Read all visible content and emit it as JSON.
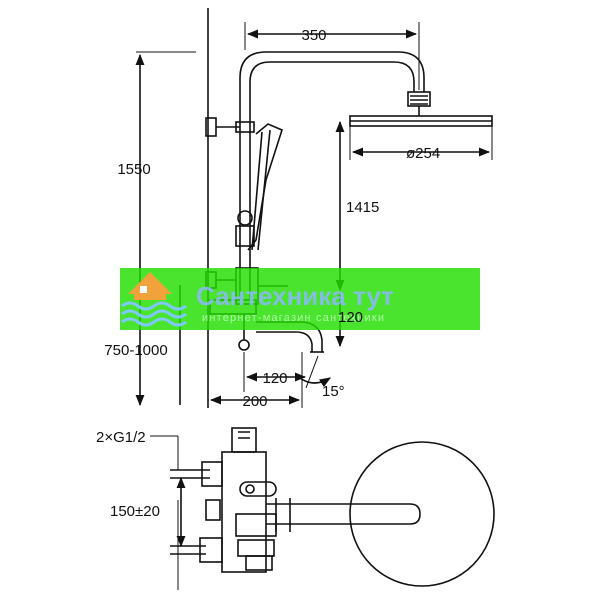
{
  "dimensions": {
    "top_width": "350",
    "total_height": "1550",
    "head_diameter": "ø254",
    "head_height": "1415",
    "mixer_height": "750-1000",
    "spout_drop": "120",
    "spout_reach": "120",
    "spout_angle": "15°",
    "wall_depth": "200",
    "inlets": "2×G1/2",
    "inlet_spacing": "150±20"
  },
  "watermark": {
    "title": "Сантехника тут",
    "subtitle": "интернет-магазин сантехники"
  },
  "colors": {
    "line": "#111111",
    "banner_green": "#22dd00",
    "watermark_blue": "#8fb8ff",
    "logo_orange": "#f2a23a",
    "logo_blue": "#7ec8ff"
  }
}
